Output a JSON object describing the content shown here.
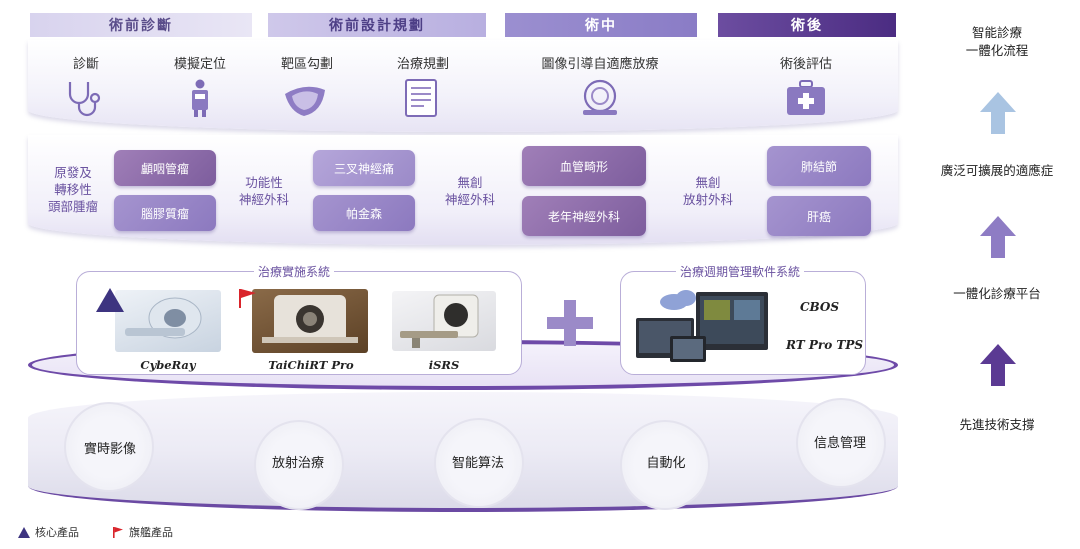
{
  "phases": {
    "pre_diagnosis": "術前診斷",
    "pre_planning": "術前設計規劃",
    "intra_op": "術中",
    "post_op": "術後"
  },
  "stages": {
    "diagnosis": "診斷",
    "positioning": "模擬定位",
    "contouring": "靶區勾劃",
    "planning": "治療規劃",
    "igrt": "圖像引導自適應放療",
    "evaluation": "術後評估"
  },
  "indications": {
    "group1_label": "原發及\n轉移性\n頭部腫瘤",
    "group1_tiles": [
      "顱咽管瘤",
      "腦膠質瘤"
    ],
    "group2_label": "功能性\n神經外科",
    "group2_tiles": [
      "三叉神經痛",
      "帕金森"
    ],
    "group3_label": "無創\n神經外科",
    "group3_tiles": [
      "血管畸形",
      "老年神經外科"
    ],
    "group4_label": "無創\n放射外科",
    "group4_tiles": [
      "肺結節",
      "肝癌"
    ]
  },
  "systems": {
    "treatment_title": "治療實施系統",
    "products": [
      "CybeRay",
      "TaiChiRT Pro",
      "iSRS"
    ],
    "software_title": "治療週期管理軟件系統",
    "software": [
      "CBOS",
      "RT Pro TPS"
    ]
  },
  "technologies": [
    "實時影像",
    "放射治療",
    "智能算法",
    "自動化",
    "信息管理"
  ],
  "right_column": {
    "process": "智能診療\n一體化流程",
    "indications": "廣泛可擴展的適應症",
    "platform": "一體化診療平台",
    "technology": "先進技術支撐"
  },
  "legend": {
    "core": "核心產品",
    "flagship": "旗艦產品"
  },
  "colors": {
    "primary_purple": "#5b3a93",
    "light_purple": "#9b8ac8",
    "flag_red": "#d9242b",
    "core_triangle": "#3d3480"
  },
  "icons": [
    "stethoscope-icon",
    "patient-icon",
    "target-contour-icon",
    "plan-document-icon",
    "ct-scanner-icon",
    "medical-kit-icon"
  ]
}
